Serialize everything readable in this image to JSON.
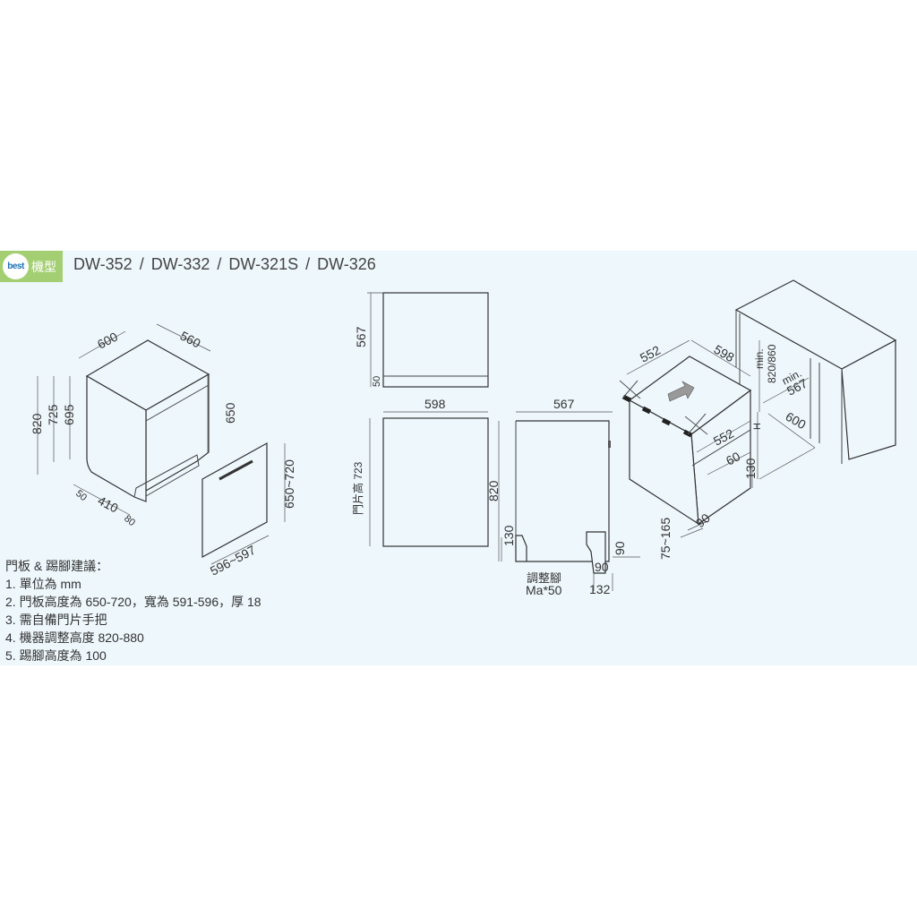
{
  "header": {
    "brand": "best",
    "tag": "機型",
    "models": "DW-352 / DW-332 / DW-321S / DW-326"
  },
  "notes": {
    "title": "門板 & 踢腳建議：",
    "items": [
      "1. 單位為 mm",
      "2. 門板高度為 650-720，寬為 591-596，厚 18",
      "3. 需自備門片手把",
      "4. 機器調整高度 820-880",
      "5. 踢腳高度為 100"
    ]
  },
  "left_diagram": {
    "width": "600",
    "depth": "560",
    "h820": "820",
    "h725": "725",
    "h695": "695",
    "h650": "650",
    "d50": "50",
    "d410": "410",
    "d80": "80",
    "door_h": "650~720",
    "door_w": "596~597"
  },
  "top_view": {
    "depth": "567",
    "panel": "50"
  },
  "front_view": {
    "width": "598",
    "door_height": "門片高 723"
  },
  "side_view": {
    "depth": "567",
    "height": "820",
    "kick": "130",
    "foot_label": "調整腳",
    "foot_value": "Ma*50",
    "h90": "90",
    "d90": "90",
    "d132": "132"
  },
  "install_diagram": {
    "w552": "552",
    "d598": "598",
    "min_h": "min.",
    "h820_860": "820/860",
    "min_d": "min.",
    "d567": "567",
    "d600": "600",
    "d552b": "552",
    "h_label": "H",
    "d60": "60",
    "h130": "130",
    "d90": "90",
    "r75_165": "75~165"
  }
}
